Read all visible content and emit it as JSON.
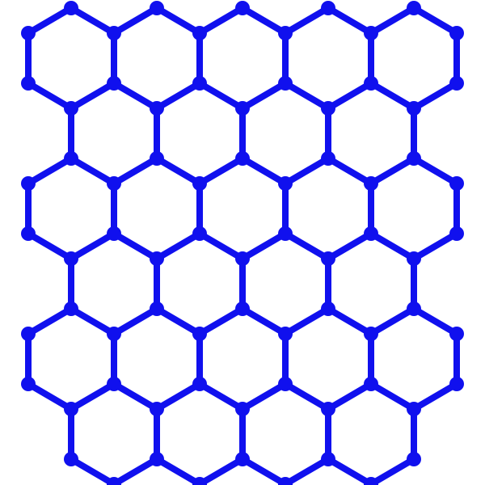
{
  "diagram": {
    "kind": "honeycomb-lattice",
    "colors": {
      "background": "#ffffff",
      "bond": "#1010ee",
      "atom": "#1010ee"
    },
    "lattice": {
      "rows": 6,
      "row_hexagon_counts": [
        5,
        4,
        5,
        4,
        5,
        4
      ],
      "odd_rows_offset": true
    }
  }
}
